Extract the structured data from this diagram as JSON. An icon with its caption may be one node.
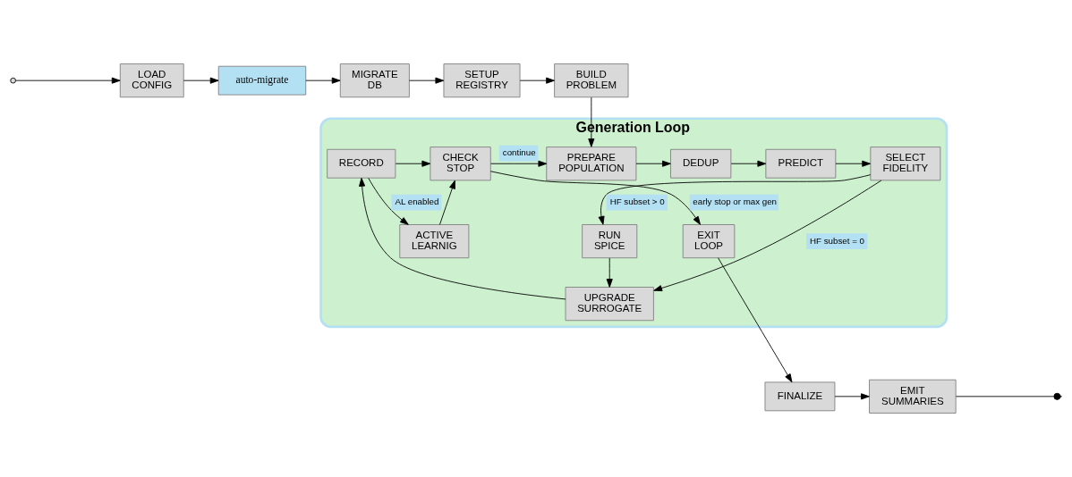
{
  "diagram": {
    "nodes": [
      {
        "text": [
          "LOAD CONFIG"
        ]
      },
      {
        "text": [
          "auto-migrate"
        ]
      },
      {
        "text": [
          "MIGRATE DB"
        ]
      },
      {
        "text": [
          "SETUP REGISTRY"
        ]
      },
      {
        "text": [
          "BUILD PROBLEM"
        ]
      },
      {
        "text": [
          "Generation Loop"
        ]
      },
      {
        "text": [
          "PREPARE POPULATION"
        ],
        "in": 5
      },
      {
        "text": [
          "DEDUP"
        ],
        "in": 5
      },
      {
        "text": [
          "PREDICT"
        ],
        "in": 5
      },
      {
        "text": [
          "SELECT FIDELITY"
        ],
        "in": 5
      },
      {
        "text": [
          "RUN SPICE"
        ],
        "in": 5
      },
      {
        "text": [
          "UPGRADE SURROGATE"
        ],
        "in": 5
      },
      {
        "text": [
          "RECORD"
        ],
        "in": 5
      },
      {
        "text": [
          "ACTIVE LEARNIG"
        ],
        "in": 5
      },
      {
        "text": [
          "CHECK STOP"
        ],
        "in": 5
      },
      {
        "text": [
          "EXIT LOOP"
        ],
        "in": 5
      },
      {
        "text": [
          "FINALIZE"
        ]
      },
      {
        "text": [
          "EMIT SUMMARIES"
        ]
      }
    ],
    "edges": [
      {
        "from": null,
        "to": 0,
        "arrow": "to"
      },
      {
        "from": 0,
        "to": 1,
        "arrow": "to"
      },
      {
        "from": 1,
        "to": 2,
        "arrow": "to"
      },
      {
        "from": 2,
        "to": 3,
        "arrow": "to"
      },
      {
        "from": 3,
        "to": 4,
        "arrow": "to"
      },
      {
        "from": 4,
        "to": 6,
        "arrow": "to"
      },
      {
        "from": 6,
        "to": 7,
        "arrow": "to"
      },
      {
        "from": 7,
        "to": 8,
        "arrow": "to"
      },
      {
        "from": 8,
        "to": 9,
        "arrow": "to"
      },
      {
        "from": 9,
        "to": 10,
        "arrow": "to",
        "label": "HF subset > 0"
      },
      {
        "from": 9,
        "to": 11,
        "arrow": "to",
        "label": "HF subset = 0"
      },
      {
        "from": 10,
        "to": 11,
        "arrow": "to"
      },
      {
        "from": 11,
        "to": 12,
        "arrow": "to"
      },
      {
        "from": 12,
        "to": 13,
        "arrow": "to",
        "label": "AL enabled"
      },
      {
        "from": 12,
        "to": 14,
        "arrow": "to"
      },
      {
        "from": 13,
        "to": 14,
        "arrow": "to"
      },
      {
        "from": 14,
        "to": 6,
        "arrow": "to",
        "label": "continue"
      },
      {
        "from": 14,
        "to": 15,
        "arrow": "to",
        "label": "early stop or max gen"
      },
      {
        "from": 15,
        "to": 16,
        "arrow": "to"
      },
      {
        "from": 16,
        "to": 17,
        "arrow": "to"
      },
      {
        "from": 17,
        "to": null,
        "arrow": "other"
      }
    ]
  }
}
